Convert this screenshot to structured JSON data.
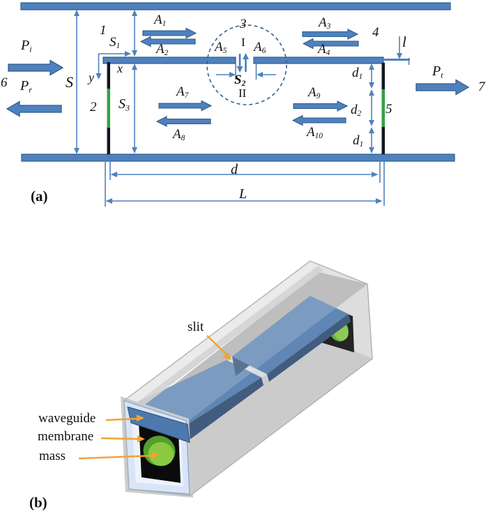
{
  "figure": {
    "type": "two-panel scientific figure",
    "panels": [
      "a",
      "b"
    ]
  },
  "colors": {
    "bar_blue": "#4f81bd",
    "bar_edge": "#2e5c8a",
    "plate_blue": "#4d79ac",
    "plate_side_navy": "#24426b",
    "membrane_black": "#101820",
    "membrane_green": "#35a046",
    "mass_green": "#6abe3c",
    "glass_gray": "#d9d9d9",
    "annotation_orange": "#f2a233",
    "text": "#111111"
  },
  "panel_a": {
    "caption": "(a)",
    "ports": {
      "pi": {
        "base": "P",
        "sub": "i"
      },
      "pr": {
        "base": "P",
        "sub": "r"
      },
      "pt": {
        "base": "P",
        "sub": "t"
      }
    },
    "waves": {
      "a1": {
        "base": "A",
        "sub": "1"
      },
      "a2": {
        "base": "A",
        "sub": "2"
      },
      "a3": {
        "base": "A",
        "sub": "3"
      },
      "a4": {
        "base": "A",
        "sub": "4"
      },
      "a5": {
        "base": "A",
        "sub": "5"
      },
      "a6": {
        "base": "A",
        "sub": "6"
      },
      "a7": {
        "base": "A",
        "sub": "7"
      },
      "a8": {
        "base": "A",
        "sub": "8"
      },
      "a9": {
        "base": "A",
        "sub": "9"
      },
      "a10": {
        "base": "A",
        "sub": "10"
      }
    },
    "dims": {
      "S": {
        "base": "S"
      },
      "S1": {
        "base": "S",
        "sub": "1"
      },
      "S2": {
        "base": "S",
        "sub": "2"
      },
      "S3": {
        "base": "S",
        "sub": "3"
      },
      "d1": {
        "base": "d",
        "sub": "1"
      },
      "d2": {
        "base": "d",
        "sub": "2"
      },
      "d": {
        "base": "d"
      },
      "L": {
        "base": "L"
      },
      "l": {
        "base": "l"
      }
    },
    "regions": {
      "r1": "1",
      "r2": "2",
      "r3": "3",
      "r4": "4",
      "r5": "5",
      "r6": "6",
      "r7": "7"
    },
    "zones": {
      "zone1": "I",
      "zone2": "II"
    },
    "axes": {
      "x": "x",
      "y": "y"
    }
  },
  "panel_b": {
    "caption": "(b)",
    "annotations": {
      "slit": "slit",
      "waveguide": "waveguide",
      "membrane": "membrane",
      "mass": "mass"
    }
  }
}
